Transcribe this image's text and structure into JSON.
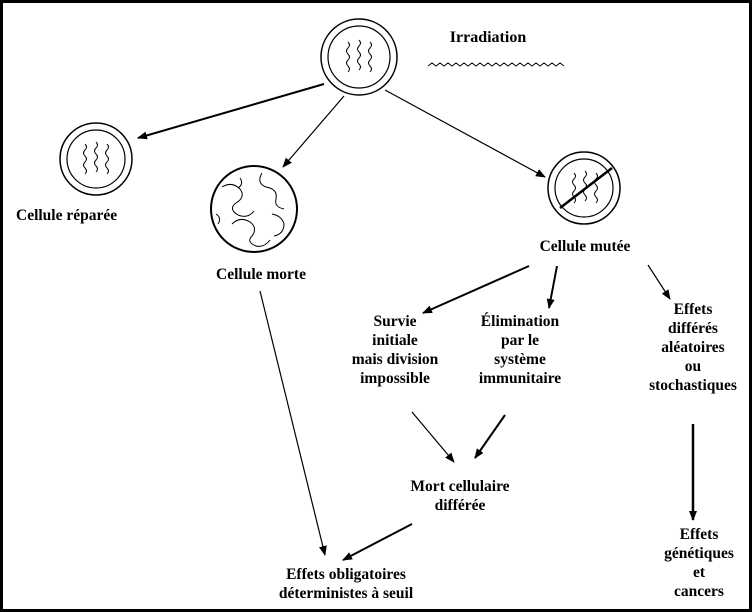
{
  "diagram": {
    "title": "Irradiation",
    "nodes": {
      "repaired": "Cellule réparée",
      "dead": "Cellule morte",
      "mutated": "Cellule mutée",
      "survival": "Survie\ninitiale\nmais division\nimpossible",
      "elimination": "Élimination\npar le\nsystème\nimmunitaire",
      "delayed_random": "Effets\ndifférés\naléatoires\nou\nstochastiques",
      "delayed_death": "Mort cellulaire\ndifférée",
      "deterministic": "Effets obligatoires\ndéterministes à seuil",
      "genetic": "Effets\ngénétiques\net\ncancers"
    }
  }
}
